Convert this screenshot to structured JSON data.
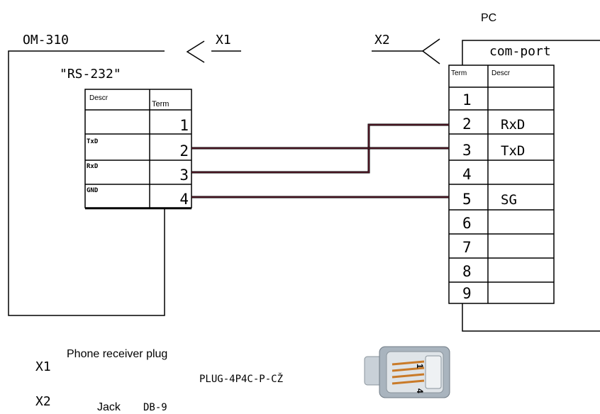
{
  "title_pc": "PC",
  "device_label": "OM-310",
  "interface_label": "\"RS-232\"",
  "connector_x1": "X1",
  "connector_x2": "X2",
  "port_label": "com-port",
  "left_table": {
    "header_descr": "Descr",
    "header_term": "Term",
    "rows": [
      {
        "descr": "",
        "term": "1"
      },
      {
        "descr": "TxD",
        "term": "2"
      },
      {
        "descr": "RxD",
        "term": "3"
      },
      {
        "descr": "GND",
        "term": "4"
      }
    ]
  },
  "right_table": {
    "header_term": "Term",
    "header_descr": "Descr",
    "rows": [
      {
        "term": "1",
        "descr": ""
      },
      {
        "term": "2",
        "descr": "RxD"
      },
      {
        "term": "3",
        "descr": "TxD"
      },
      {
        "term": "4",
        "descr": ""
      },
      {
        "term": "5",
        "descr": "SG"
      },
      {
        "term": "6",
        "descr": ""
      },
      {
        "term": "7",
        "descr": ""
      },
      {
        "term": "8",
        "descr": ""
      },
      {
        "term": "9",
        "descr": ""
      }
    ]
  },
  "legend": {
    "x1_code": "X1",
    "x1_desc": "Phone receiver plug",
    "x1_part": "PLUG-4P4C-P-CŽ",
    "x2_code": "X2",
    "x2_type": "Jack",
    "x2_part": "DB-9"
  },
  "plug_pin_top": "1",
  "plug_pin_bottom": "4",
  "colors": {
    "wire": "#5c1a2a",
    "line": "#000000",
    "plug": "#a9b4be"
  }
}
